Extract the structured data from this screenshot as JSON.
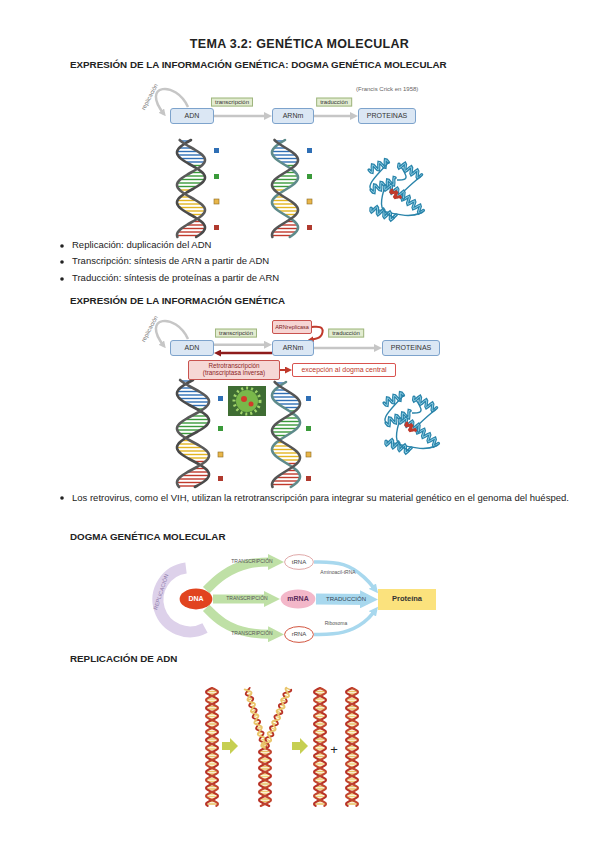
{
  "diagram": {
    "title": "TEMA 3.2: GENÉTICA MOLECULAR",
    "nodes": [
      {
        "text": [
          "ADN"
        ]
      },
      {
        "text": [
          "ARNm"
        ]
      },
      {
        "text": [
          "PROTEINAS"
        ]
      },
      {
        "text": [
          "ARNreplicasa"
        ]
      },
      {
        "text": [
          "ADN"
        ]
      },
      {
        "text": [
          "ARNm"
        ]
      },
      {
        "text": [
          "PROTEINAS"
        ]
      },
      {
        "text": [
          "Retrotranscripción (transcriptasa inversa)"
        ]
      },
      {
        "text": [
          "excepción al dogma central"
        ]
      },
      {
        "text": [
          "DNA"
        ]
      },
      {
        "text": [
          "tRNA"
        ]
      },
      {
        "text": [
          "mRNA"
        ]
      },
      {
        "text": [
          "rRNA"
        ]
      },
      {
        "text": [
          "Proteína"
        ]
      }
    ],
    "edges": [
      {
        "from": 0,
        "to": 1,
        "label": "transcripción",
        "arrow": "to"
      },
      {
        "from": 1,
        "to": 2,
        "label": "traducción",
        "arrow": "to"
      },
      {
        "from": 4,
        "to": 5,
        "label": "transcripción",
        "arrow": "to"
      },
      {
        "from": 5,
        "to": 6,
        "label": "traducción",
        "arrow": "to"
      },
      {
        "from": 3,
        "to": 5,
        "arrow": "to"
      },
      {
        "from": 5,
        "to": 4,
        "arrow": "to"
      },
      {
        "from": 7,
        "to": 8,
        "arrow": "to"
      },
      {
        "from": 9,
        "to": 10,
        "label": "TRANSCRIPCIÓN",
        "arrow": "to"
      },
      {
        "from": 9,
        "to": 11,
        "label": "TRANSCRIPCIÓN",
        "arrow": "to"
      },
      {
        "from": 9,
        "to": 12,
        "label": "TRANSCRIPCIÓN",
        "arrow": "to"
      },
      {
        "from": 11,
        "to": 13,
        "label": "TRADUCCIÓN",
        "arrow": "to"
      },
      {
        "from": 10,
        "to": 13,
        "label": "Aminoacil-tRNA",
        "arrow": "to"
      },
      {
        "from": 12,
        "to": 13,
        "label": "Ribosoma",
        "arrow": "to"
      }
    ],
    "labels": [
      "EXPRESIÓN DE LA INFORMACIÓN GENÉTICA: DOGMA GENÉTICA MOLECULAR",
      "(Francis Crick en 1958)",
      "replicación",
      "Replicación: duplicación del ADN",
      "Transcripción: síntesis de ARN a partir de ADN",
      "Traducción: síntesis de proteínas a partir de ARN",
      "EXPRESIÓN DE LA INFORMACIÓN GENÉTICA",
      "replicación",
      "Los retrovirus, como el VIH, utilizan la retrotranscripción para integrar su material genético en el genoma del huésped.",
      "DOGMA GENÉTICA MOLECULAR",
      "REPLICACIÓN",
      "REPLICACIÓN DE ADN",
      "+"
    ]
  }
}
